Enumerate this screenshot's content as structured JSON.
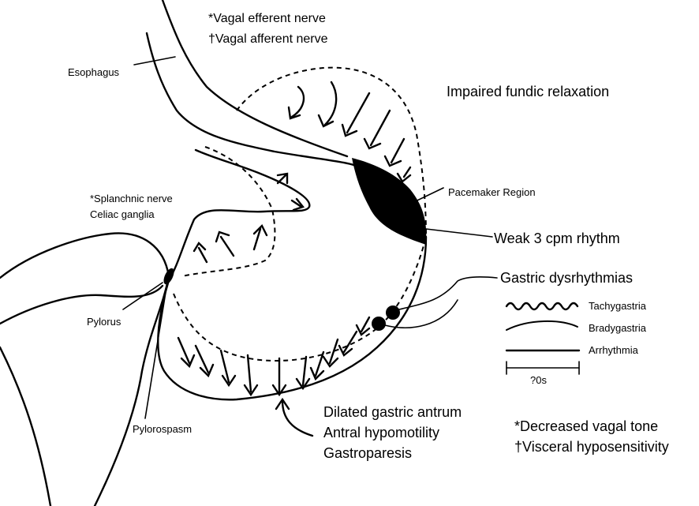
{
  "labels": {
    "vagal_efferent": "*Vagal efferent nerve",
    "vagal_afferent": "†Vagal afferent nerve",
    "esophagus": "Esophagus",
    "impaired_fundic": "Impaired fundic relaxation",
    "pacemaker_region": "Pacemaker Region",
    "splanchnic_nerve": "*Splanchnic nerve",
    "celiac_ganglia": "Celiac ganglia",
    "weak_rhythm": "Weak 3 cpm rhythm",
    "gastric_dysrhythmias": "Gastric dysrhythmias",
    "pylorus": "Pylorus",
    "pylorospasm": "Pylorospasm",
    "dilated_antrum": "Dilated gastric antrum",
    "antral_hypomotility": "Antral hypomotility",
    "gastroparesis": "Gastroparesis",
    "decreased_vagal": "*Decreased vagal tone",
    "visceral_hyposensitivity": "†Visceral hyposensitivity"
  },
  "legend": {
    "items": [
      {
        "label": "Tachygastria",
        "line": "wavy"
      },
      {
        "label": "Bradygastria",
        "line": "curved"
      },
      {
        "label": "Arrhythmia",
        "line": "straight"
      }
    ],
    "scale_label": "?0s"
  }
}
